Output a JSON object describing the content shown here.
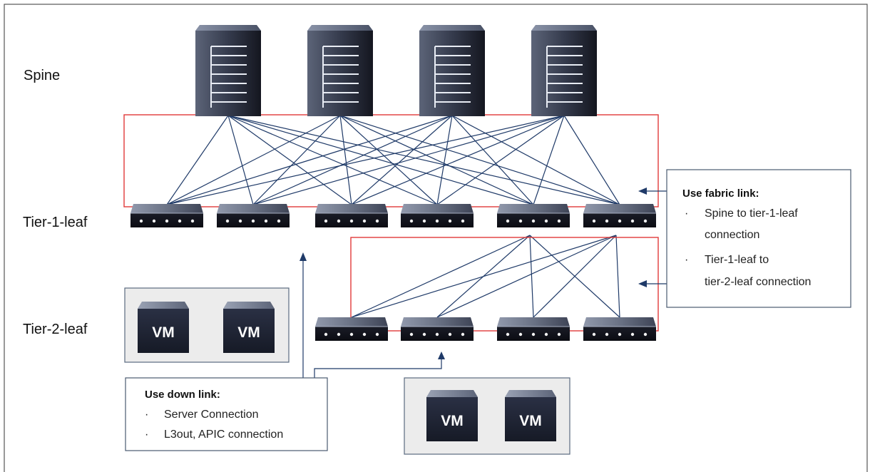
{
  "layers": {
    "spine": "Spine",
    "tier1": "Tier-1-leaf",
    "tier2": "Tier-2-leaf"
  },
  "fabric_callout": {
    "title": "Use fabric link:",
    "bullet1_line1": "Spine to tier-1-leaf",
    "bullet1_line2": "connection",
    "bullet2_line1": "Tier-1-leaf to",
    "bullet2_line2": "tier-2-leaf connection"
  },
  "down_callout": {
    "title": "Use down link:",
    "bullet1": "Server Connection",
    "bullet2": "L3out, APIC connection"
  },
  "vm_label": "VM",
  "bullet_glyph": "·",
  "colors": {
    "link_line": "#1f3a68",
    "highlight_box": "#e03a3a",
    "device_dark": "#1c1f2c",
    "vm_group_bg": "#ececec",
    "callout_border": "#4a5a70"
  },
  "icons": {
    "spine_device": "spine-switch-icon",
    "leaf_device": "leaf-switch-icon",
    "virtual_machine": "vm-icon"
  }
}
